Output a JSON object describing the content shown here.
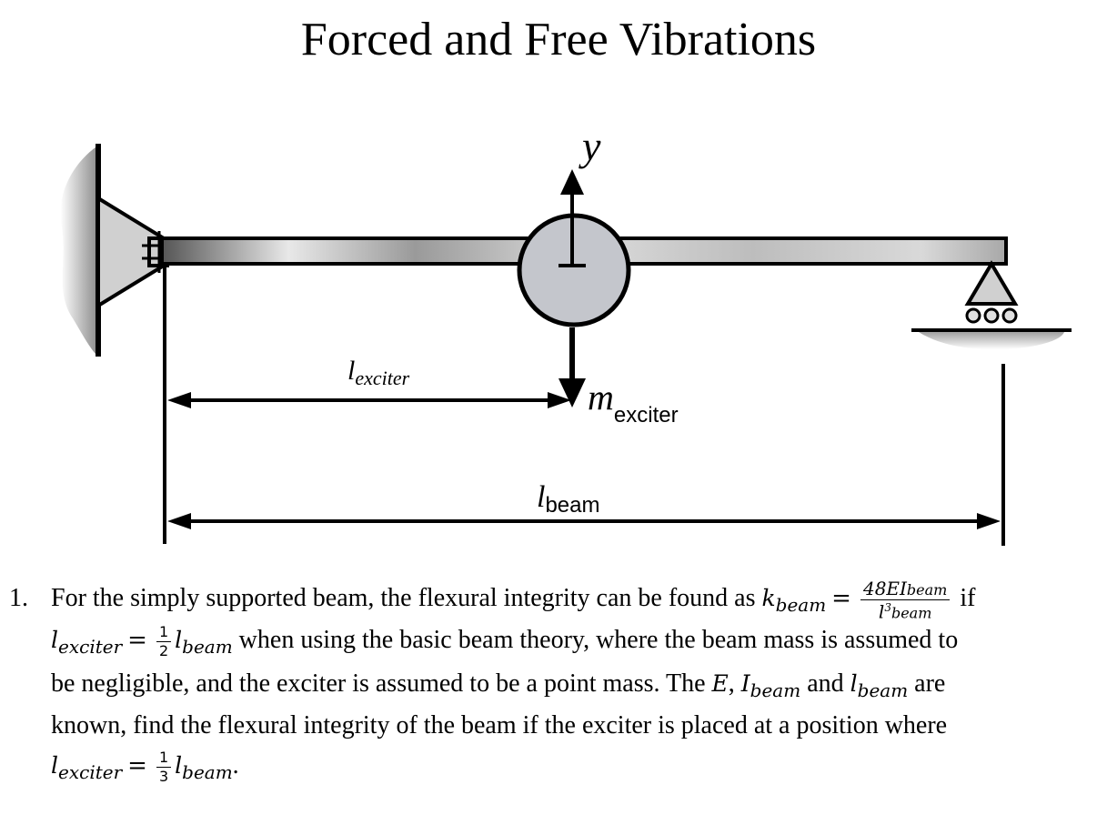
{
  "title": "Forced and Free Vibrations",
  "figure": {
    "y_axis_label": "y",
    "l_exciter": {
      "base": "l",
      "sub": "exciter"
    },
    "m_exciter": {
      "base": "m",
      "sub": "exciter"
    },
    "l_beam": {
      "base": "l",
      "sub": "beam"
    }
  },
  "problem": {
    "number": "1.",
    "line1_text": "For the simply supported beam, the flexural integrity can be found as",
    "k_beam": {
      "base": "k",
      "sub": "beam"
    },
    "eq": "=",
    "formula_num": "48EI",
    "formula_num_sub": "beam",
    "formula_den": "l",
    "formula_den_sup": "3",
    "formula_den_sub": "beam",
    "if": "if",
    "l_exciter": {
      "base": "l",
      "sub": "exciter"
    },
    "frac1": {
      "num": "1",
      "den": "2"
    },
    "l_beam": {
      "base": "l",
      "sub": "beam"
    },
    "line2_text": " when using the basic beam theory, where the beam mass is assumed to",
    "line3_text": "be negligible, and the exciter is assumed to be a point mass. The",
    "E": "E",
    "comma": ",",
    "I": "I",
    "I_sub": "beam",
    "and": "and",
    "line3_end": "are",
    "line4_text": "known, find the flexural integrity of the beam if the exciter is placed at a position where",
    "frac2": {
      "num": "1",
      "den": "3"
    },
    "period": "."
  }
}
